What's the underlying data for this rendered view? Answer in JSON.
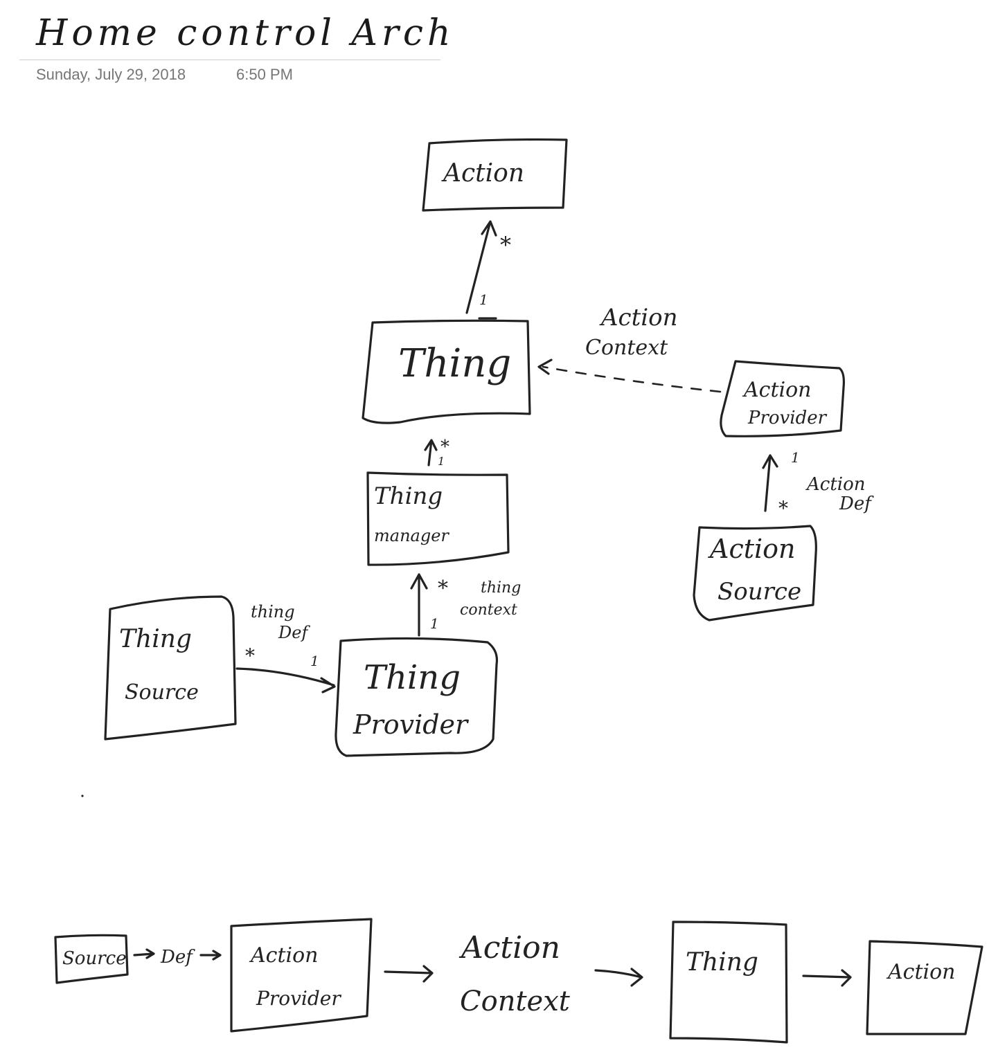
{
  "page": {
    "title": "Home control Arch",
    "date": "Sunday, July 29, 2018",
    "time": "6:50 PM"
  },
  "diagram": {
    "nodes": {
      "action": "Action",
      "thing": "Thing",
      "thing_manager_line1": "Thing",
      "thing_manager_line2": "manager",
      "thing_source_line1": "Thing",
      "thing_source_line2": "Source",
      "thing_provider_line1": "Thing",
      "thing_provider_line2": "Provider",
      "action_provider_line1": "Action",
      "action_provider_line2": "Provider",
      "action_source_line1": "Action",
      "action_source_line2": "Source"
    },
    "edge_labels": {
      "thing_to_action_many": "*",
      "thing_to_action_one": "1",
      "manager_to_thing_many": "*",
      "manager_to_thing_one": "1",
      "provider_to_manager_many": "*",
      "provider_to_manager_one": "1",
      "thing_context_line1": "thing",
      "thing_context_line2": "context",
      "thing_def_line1": "thing",
      "thing_def_line2": "Def",
      "source_to_provider_many": "*",
      "source_to_provider_one": "1",
      "action_context_line1": "Action",
      "action_context_line2": "Context",
      "action_def_line1": "Action",
      "action_def_line2": "Def",
      "asource_to_aprovider_one": "1",
      "asource_to_aprovider_many": "*"
    },
    "flow": {
      "source": "Source",
      "def": "Def",
      "action_provider_line1": "Action",
      "action_provider_line2": "Provider",
      "action_context_line1": "Action",
      "action_context_line2": "Context",
      "thing": "Thing",
      "action": "Action"
    }
  }
}
